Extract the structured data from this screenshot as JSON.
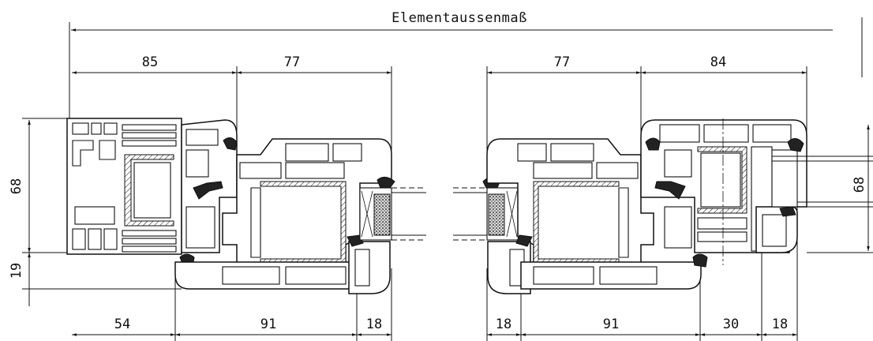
{
  "drawing": {
    "overall_label": "Elementaussenmaß",
    "top_dims_left": [
      "85",
      "77"
    ],
    "top_dims_right": [
      "77",
      "84"
    ],
    "height_left": "68",
    "height_left_lower": "19",
    "height_right": "68",
    "bottom_dims_left": [
      "54",
      "91",
      "18"
    ],
    "bottom_dims_right": [
      "18",
      "91",
      "30",
      "18"
    ]
  }
}
